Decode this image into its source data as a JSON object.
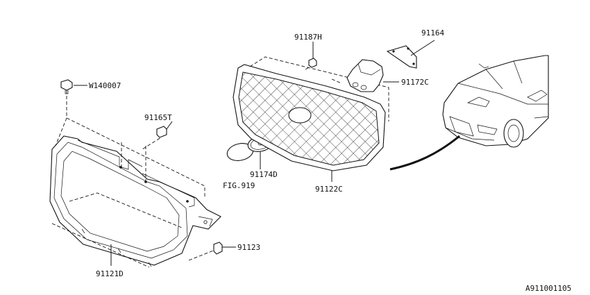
{
  "diagram_id": "A911001105",
  "labels": {
    "w140007": "W140007",
    "p91165t": "91165T",
    "p91121d": "91121D",
    "p91123": "91123",
    "p91174d": "91174D",
    "fig919": "FIG.919",
    "p91187h": "91187H",
    "p91122c": "91122C",
    "p91172c": "91172C",
    "p91164": "91164"
  }
}
